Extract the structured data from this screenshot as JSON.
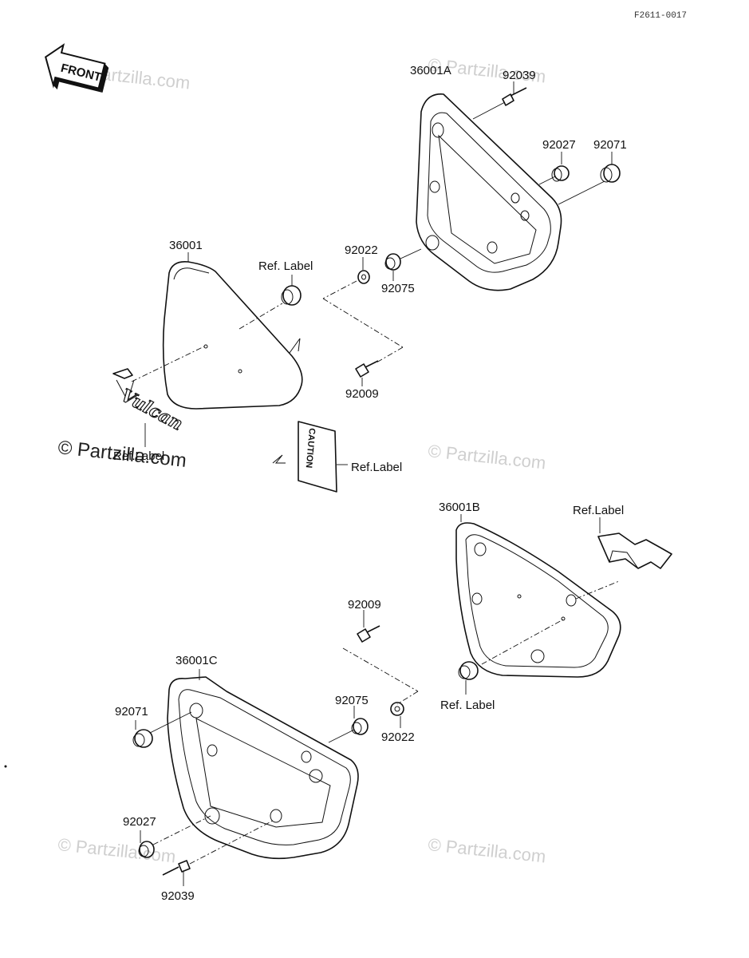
{
  "diagram_code": "F2611-0017",
  "front_arrow_label": "FRONT",
  "watermarks": {
    "small": "© Partzilla.com",
    "large": "© Partzilla.com"
  },
  "sticker": {
    "caution_text": "CAUTION",
    "emblem_text": "Vulcan"
  },
  "labels": {
    "p36001": "36001",
    "p36001A": "36001A",
    "p36001B": "36001B",
    "p36001C": "36001C",
    "p92039_top": "92039",
    "p92027_top": "92027",
    "p92071_top": "92071",
    "p92022_top": "92022",
    "p92075_top": "92075",
    "p92009_top": "92009",
    "ref_label_top": "Ref. Label",
    "ref_label_emblem": "Ref.Label",
    "ref_label_caution": "Ref.Label",
    "ref_label_b_top": "Ref.Label",
    "ref_label_b_grommet": "Ref.  Label",
    "p92009_bottom": "92009",
    "p92075_bottom": "92075",
    "p92022_bottom": "92022",
    "p92071_bottom": "92071",
    "p92027_bottom": "92027",
    "p92039_bottom": "92039"
  }
}
